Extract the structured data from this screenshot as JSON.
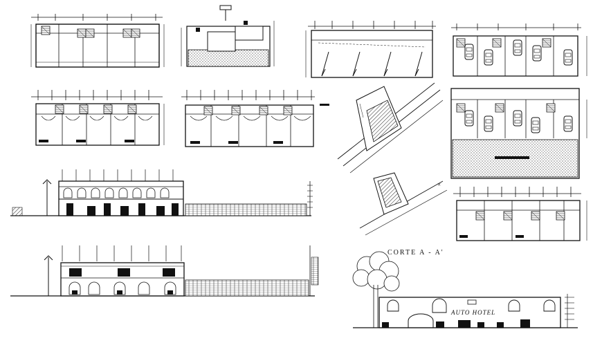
{
  "sheet": {
    "section_title": "CORTE A - A'",
    "facade_sign": "AUTO HOTEL"
  },
  "drawings": [
    {
      "name": "plan-top-left",
      "type": "floor-plan"
    },
    {
      "name": "section-detail",
      "type": "section"
    },
    {
      "name": "plan-parking-slanted",
      "type": "floor-plan"
    },
    {
      "name": "plan-parking-cars-top",
      "type": "floor-plan"
    },
    {
      "name": "plan-mid-left",
      "type": "floor-plan"
    },
    {
      "name": "plan-mid-center",
      "type": "floor-plan"
    },
    {
      "name": "site-plan-top",
      "type": "site-plan"
    },
    {
      "name": "plan-parking-hatched",
      "type": "floor-plan"
    },
    {
      "name": "site-plan-bottom",
      "type": "site-plan"
    },
    {
      "name": "plan-bottom-right",
      "type": "floor-plan"
    },
    {
      "name": "elevation-front",
      "type": "elevation"
    },
    {
      "name": "elevation-side",
      "type": "elevation"
    },
    {
      "name": "section-a-a",
      "type": "section"
    }
  ],
  "colors": {
    "ink": "#111111",
    "paper": "#ffffff"
  }
}
